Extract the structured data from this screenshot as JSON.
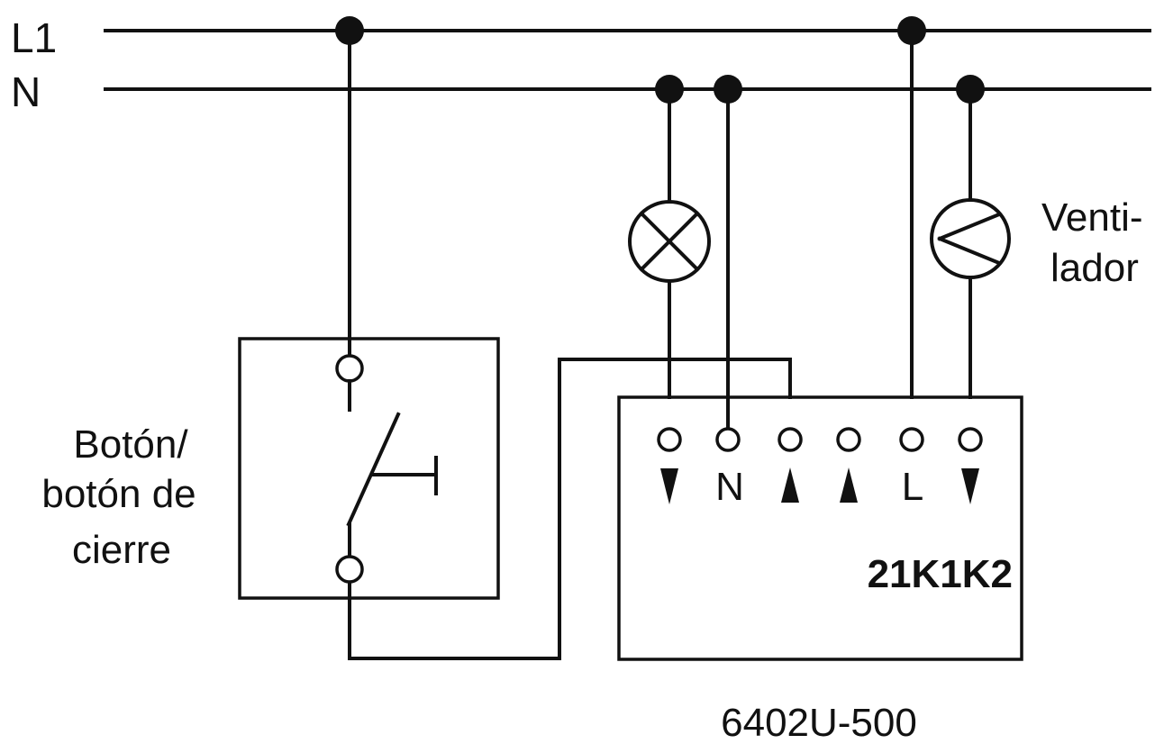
{
  "lines": {
    "l1": "L1",
    "n": "N"
  },
  "switch": {
    "label_lines": [
      "Botón/",
      "botón de",
      "cierre"
    ]
  },
  "fan": {
    "label_lines": [
      "Venti-",
      "lador"
    ]
  },
  "module": {
    "model": "21K1K2",
    "part_number": "6402U-500",
    "terminal_labels": [
      "N",
      "L"
    ],
    "terminal_arrows": [
      "down",
      "N",
      "up",
      "up",
      "L",
      "down"
    ]
  },
  "symbols": {
    "lamp": "lamp-cross-icon",
    "fan": "fan-motor-icon",
    "pushbutton": "pushbutton-switch-icon"
  }
}
